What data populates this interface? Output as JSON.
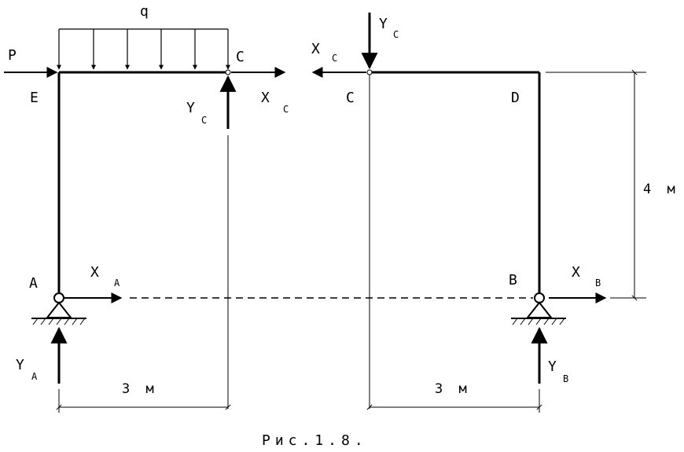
{
  "labels": {
    "q": "q",
    "P": "P",
    "E": "E",
    "C_left": "C",
    "C_right": "C",
    "D": "D",
    "A": "A",
    "B": "B",
    "Y": "Y",
    "X": "X",
    "sub_A": "A",
    "sub_B": "B",
    "sub_C": "C"
  },
  "dimensions": {
    "width_left": "3 м",
    "width_right": "3 м",
    "height": "4 м"
  },
  "caption": "Рис.1.8."
}
